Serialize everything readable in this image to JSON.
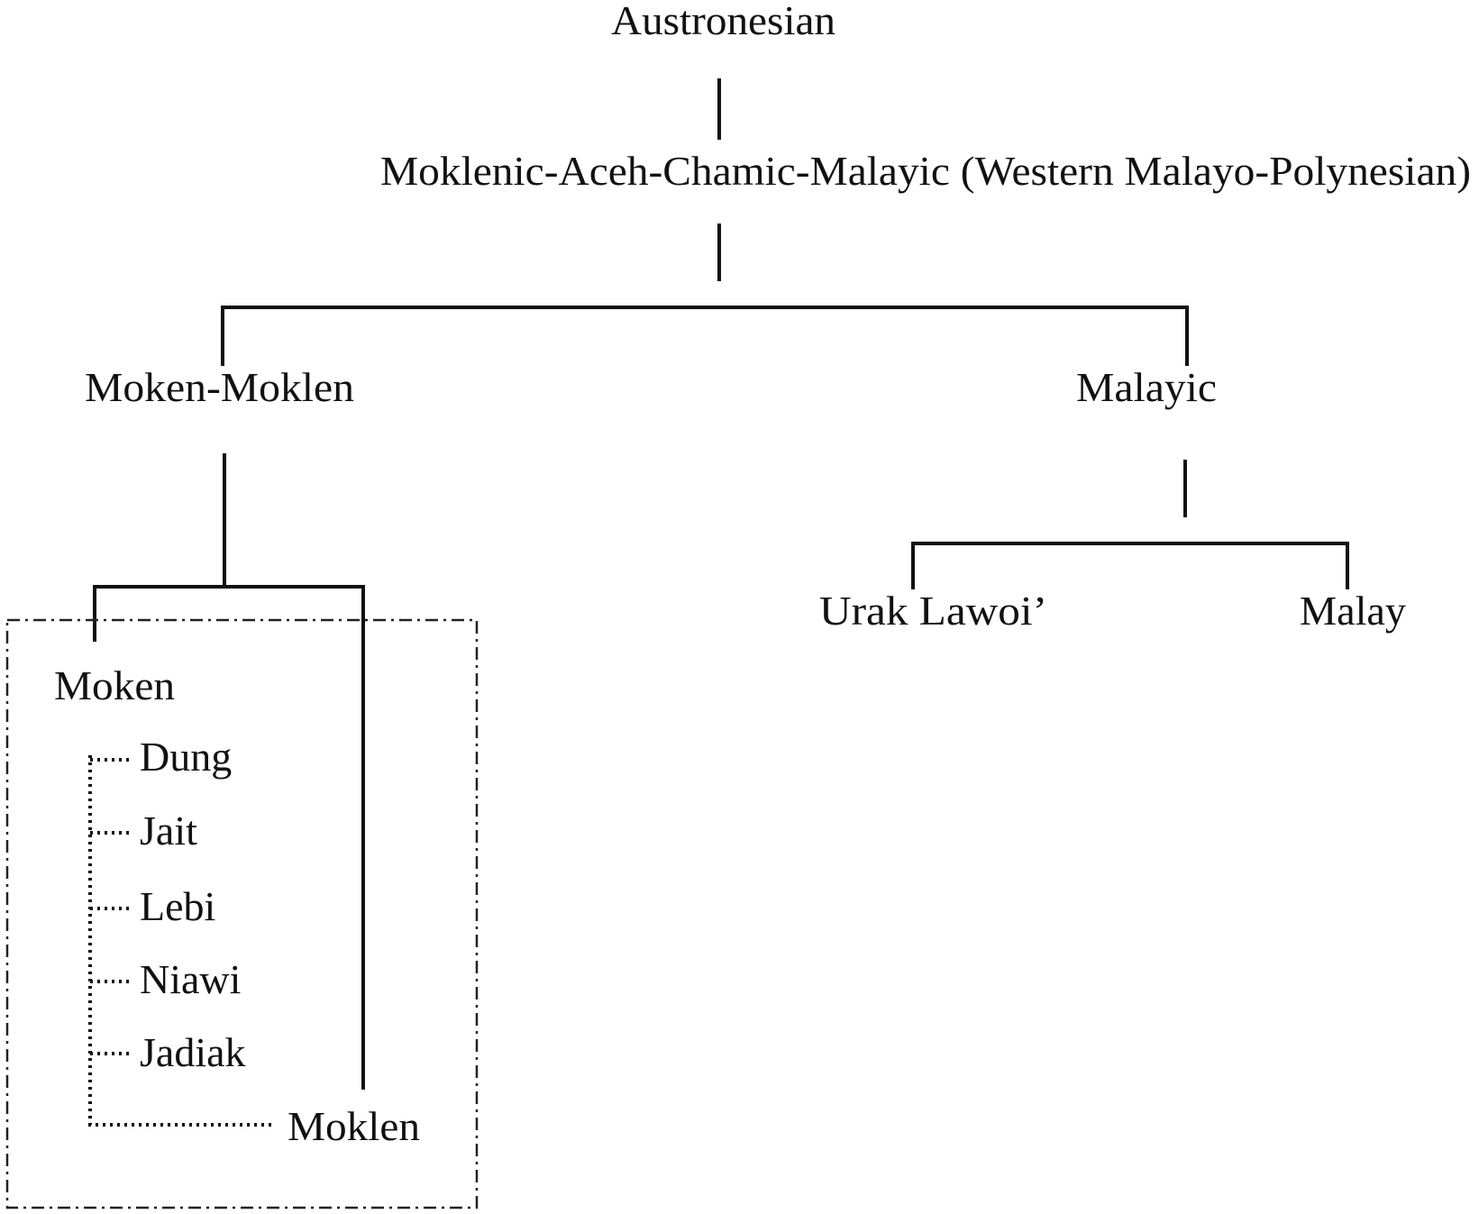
{
  "tree": {
    "root": "Austronesian",
    "level1": "Moklenic-Aceh-Chamic-Malayic (Western Malayo-Polynesian)",
    "level2": {
      "left": "Moken-Moklen",
      "right": "Malayic"
    },
    "malayic_children": [
      "Urak Lawoi’",
      "Malay"
    ],
    "moken_moklen_children": {
      "moken": "Moken",
      "moken_dialects": [
        "Dung",
        "Jait",
        "Lebi",
        "Niawi",
        "Jadiak"
      ],
      "moklen": "Moklen"
    }
  }
}
